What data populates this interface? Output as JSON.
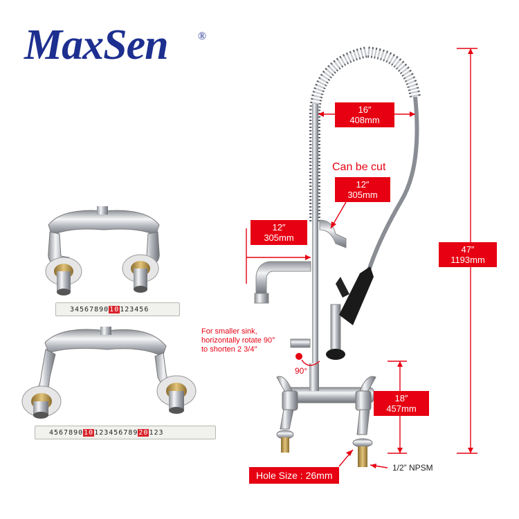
{
  "brand": {
    "name": "MaxSen",
    "registered": "®"
  },
  "dimensions": {
    "hose_reach": {
      "inch": "16″",
      "mm": "408mm"
    },
    "can_be_cut": "Can be cut",
    "cut_length": {
      "inch": "12″",
      "mm": "305mm"
    },
    "spout_length": {
      "inch": "12″",
      "mm": "305mm"
    },
    "total_height": {
      "inch": "47″",
      "mm": "1193mm"
    },
    "base_height": {
      "inch": "18″",
      "mm": "457mm"
    }
  },
  "note": {
    "line1": "For smaller sink,",
    "line2": "horizontally rotate 90°",
    "line3": "to shorten 2 3/4″"
  },
  "angle": "90°",
  "thread": "1/2”  NPSM",
  "hole_size": "Hole Size : 26mm",
  "rulers": {
    "top": {
      "pre": "34567890",
      "mark": "10",
      "post": "123456"
    },
    "bottom": {
      "pre": "4567890",
      "mark": "10",
      "mid": "123456789",
      "mark2": "20",
      "post": "123"
    }
  },
  "colors": {
    "accent": "#e60012",
    "brand": "#1d2f8f",
    "chrome": "#c9ccd1"
  }
}
